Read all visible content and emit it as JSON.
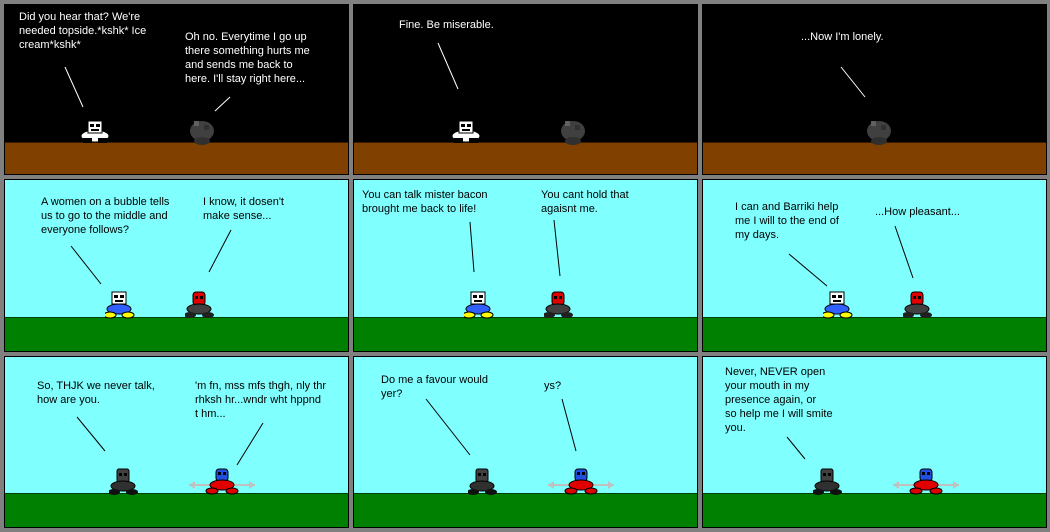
{
  "panels": {
    "p1": {
      "left": "Did you hear that? We're\nneeded topside.*kshk* Ice\ncream*kshk*",
      "right": "Oh no. Everytime I go up\nthere something hurts me\nand sends me back to\nhere. I'll stay right here..."
    },
    "p2": {
      "left": "Fine. Be miserable."
    },
    "p3": {
      "right": "...Now I'm lonely."
    },
    "p4": {
      "left": "A women on a bubble tells\nus to go to the middle and\neveryone follows?",
      "right": "I know, it dosen't\nmake sense..."
    },
    "p5": {
      "left": "You can talk mister bacon\nbrought me back to life!",
      "right": "You cant hold that\nagaisnt me."
    },
    "p6": {
      "left": "I can and Barriki help\nme I will to the end of\nmy days.",
      "right": "...How pleasant..."
    },
    "p7": {
      "left": "So, THJK we never talk,\nhow are you.",
      "right": "'m fn, mss mfs thgh, nly thr\nrhksh hr...wndr wht hppnd\nt hm..."
    },
    "p8": {
      "left": "Do me a favour would\nyer?",
      "right": "ys?"
    },
    "p9": {
      "left": "Never, NEVER open\nyour mouth in my\npresence again, or\nso help me I will smite\nyou."
    }
  },
  "colors": {
    "night_sky": "#000000",
    "day_sky": "#80ffff",
    "dirt": "#804000",
    "grass": "#008000",
    "gutter": "#808080"
  }
}
